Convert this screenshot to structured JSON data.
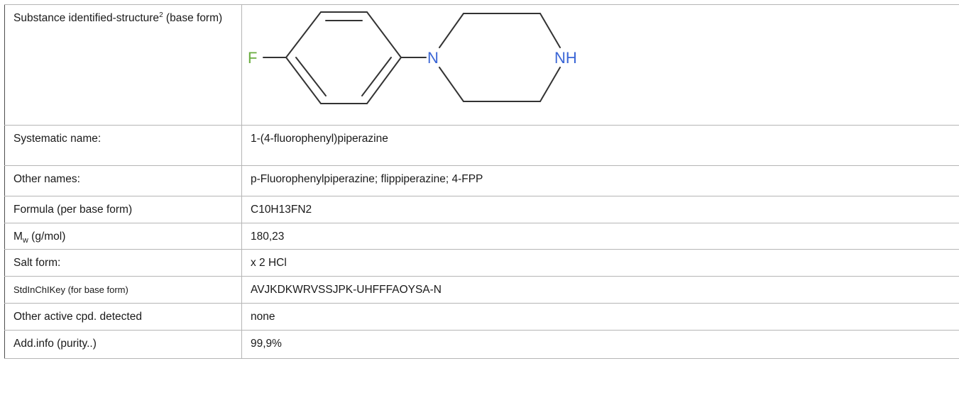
{
  "rows": {
    "structure": {
      "label_main": "Substance identified-structure",
      "label_sup": "2",
      "label_tail": " (base form)",
      "atom_f": "F",
      "atom_n": "N",
      "atom_nh": "NH",
      "colors": {
        "fluorine": "#6aad3f",
        "nitrogen": "#3b66d6",
        "bond": "#333333"
      }
    },
    "systematic_name": {
      "label": "Systematic name:",
      "value": "1-(4-fluorophenyl)piperazine"
    },
    "other_names": {
      "label": "Other names:",
      "value": "p-Fluorophenylpiperazine; flippiperazine; 4-FPP"
    },
    "formula": {
      "label": "Formula (per base form)",
      "value": "C10H13FN2"
    },
    "mw": {
      "label_m": "M",
      "label_sub": "w",
      "label_tail": " (g/mol)",
      "value": "180,23"
    },
    "salt_form": {
      "label": "Salt form:",
      "value": "x 2 HCl"
    },
    "stdinchikey": {
      "label": "StdInChIKey (for base form)",
      "value": "AVJKDKWRVSSJPK-UHFFFAOYSA-N"
    },
    "other_active": {
      "label": "Other active cpd. detected",
      "value": "none"
    },
    "add_info": {
      "label": "Add.info (purity..)",
      "value": "99,9%"
    }
  }
}
